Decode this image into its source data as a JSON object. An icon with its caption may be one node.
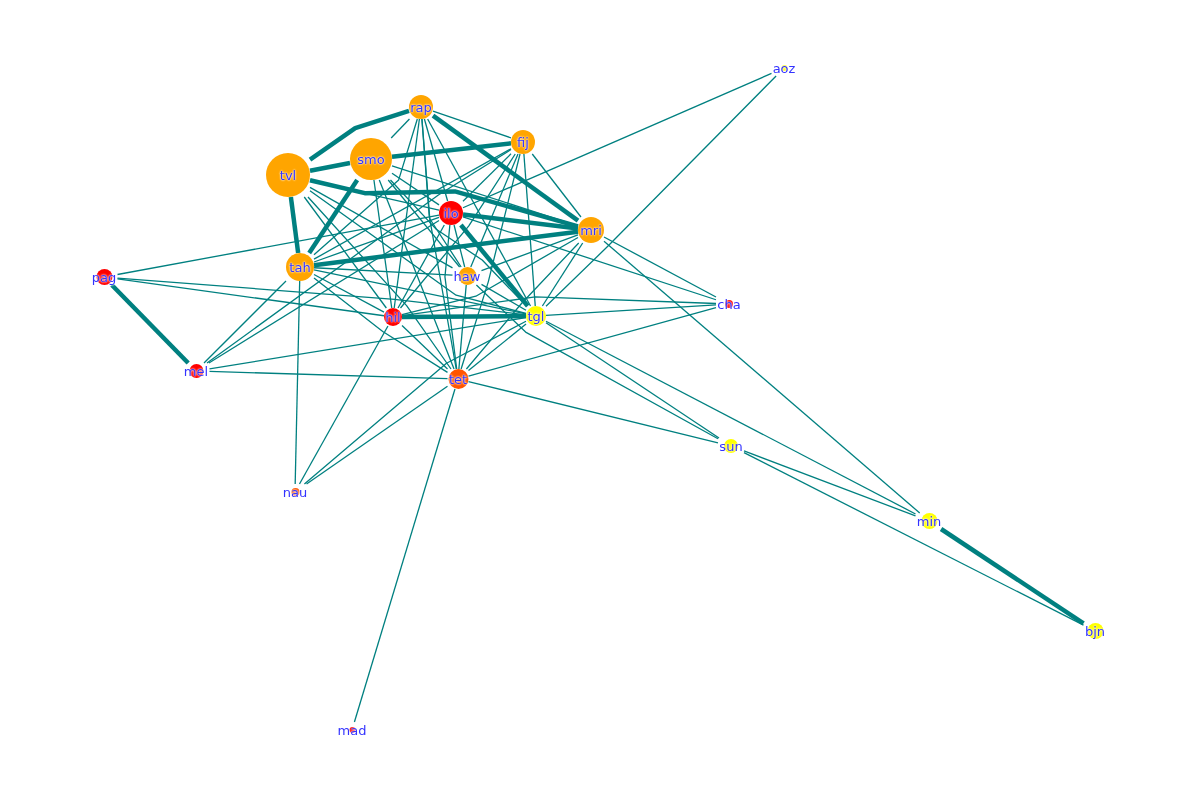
{
  "diagram": {
    "nodes": [
      {
        "text": [
          "aoz"
        ]
      },
      {
        "text": [
          "rap"
        ]
      },
      {
        "text": [
          "fij"
        ]
      },
      {
        "text": [
          "smo"
        ]
      },
      {
        "text": [
          "tvl"
        ]
      },
      {
        "text": [
          "ilo"
        ]
      },
      {
        "text": [
          "mri"
        ]
      },
      {
        "text": [
          "tah"
        ]
      },
      {
        "text": [
          "haw"
        ]
      },
      {
        "text": [
          "pag"
        ]
      },
      {
        "text": [
          "cha"
        ]
      },
      {
        "text": [
          "hil"
        ]
      },
      {
        "text": [
          "tgl"
        ]
      },
      {
        "text": [
          "mel"
        ]
      },
      {
        "text": [
          "tet"
        ]
      },
      {
        "text": [
          "sun"
        ]
      },
      {
        "text": [
          "nau"
        ]
      },
      {
        "text": [
          "min"
        ]
      },
      {
        "text": [
          "bjn"
        ]
      },
      {
        "text": [
          "mad"
        ]
      }
    ],
    "edges": [
      {
        "from": 4,
        "to": 3,
        "arrow": "none",
        "style": "thick"
      },
      {
        "from": 4,
        "to": 1,
        "arrow": "none",
        "style": "thick"
      },
      {
        "from": 4,
        "to": 7,
        "arrow": "none",
        "style": "thick"
      },
      {
        "from": 4,
        "to": 5,
        "arrow": "none"
      },
      {
        "from": 4,
        "to": 6,
        "arrow": "none",
        "style": "thick"
      },
      {
        "from": 4,
        "to": 14,
        "arrow": "none"
      },
      {
        "from": 4,
        "to": 11,
        "arrow": "none"
      },
      {
        "from": 4,
        "to": 8,
        "arrow": "none"
      },
      {
        "from": 4,
        "to": 12,
        "arrow": "none"
      },
      {
        "from": 3,
        "to": 1,
        "arrow": "none"
      },
      {
        "from": 3,
        "to": 2,
        "arrow": "none",
        "style": "thick"
      },
      {
        "from": 3,
        "to": 7,
        "arrow": "none",
        "style": "thick"
      },
      {
        "from": 3,
        "to": 5,
        "arrow": "none"
      },
      {
        "from": 3,
        "to": 6,
        "arrow": "none"
      },
      {
        "from": 3,
        "to": 12,
        "arrow": "none"
      },
      {
        "from": 3,
        "to": 14,
        "arrow": "none"
      },
      {
        "from": 3,
        "to": 11,
        "arrow": "none"
      },
      {
        "from": 3,
        "to": 8,
        "arrow": "none"
      },
      {
        "from": 1,
        "to": 2,
        "arrow": "none"
      },
      {
        "from": 1,
        "to": 6,
        "arrow": "none",
        "style": "thick"
      },
      {
        "from": 1,
        "to": 7,
        "arrow": "none"
      },
      {
        "from": 1,
        "to": 5,
        "arrow": "none"
      },
      {
        "from": 1,
        "to": 12,
        "arrow": "none"
      },
      {
        "from": 1,
        "to": 14,
        "arrow": "none"
      },
      {
        "from": 1,
        "to": 8,
        "arrow": "none"
      },
      {
        "from": 1,
        "to": 11,
        "arrow": "none"
      },
      {
        "from": 2,
        "to": 6,
        "arrow": "none"
      },
      {
        "from": 2,
        "to": 5,
        "arrow": "none"
      },
      {
        "from": 2,
        "to": 7,
        "arrow": "none"
      },
      {
        "from": 2,
        "to": 12,
        "arrow": "none"
      },
      {
        "from": 2,
        "to": 14,
        "arrow": "none"
      },
      {
        "from": 2,
        "to": 11,
        "arrow": "none"
      },
      {
        "from": 2,
        "to": 8,
        "arrow": "none"
      },
      {
        "from": 2,
        "to": 13,
        "arrow": "none"
      },
      {
        "from": 5,
        "to": 6,
        "arrow": "none",
        "style": "thick"
      },
      {
        "from": 5,
        "to": 7,
        "arrow": "none"
      },
      {
        "from": 5,
        "to": 12,
        "arrow": "none",
        "style": "thick"
      },
      {
        "from": 5,
        "to": 11,
        "arrow": "none"
      },
      {
        "from": 5,
        "to": 14,
        "arrow": "none"
      },
      {
        "from": 5,
        "to": 8,
        "arrow": "none"
      },
      {
        "from": 5,
        "to": 9,
        "arrow": "none"
      },
      {
        "from": 5,
        "to": 0,
        "arrow": "none"
      },
      {
        "from": 5,
        "to": 13,
        "arrow": "none"
      },
      {
        "from": 5,
        "to": 10,
        "arrow": "none"
      },
      {
        "from": 6,
        "to": 7,
        "arrow": "none",
        "style": "thick"
      },
      {
        "from": 6,
        "to": 12,
        "arrow": "none"
      },
      {
        "from": 6,
        "to": 14,
        "arrow": "none"
      },
      {
        "from": 6,
        "to": 11,
        "arrow": "none"
      },
      {
        "from": 6,
        "to": 8,
        "arrow": "none"
      },
      {
        "from": 6,
        "to": 10,
        "arrow": "none"
      },
      {
        "from": 6,
        "to": 17,
        "arrow": "none"
      },
      {
        "from": 7,
        "to": 8,
        "arrow": "none"
      },
      {
        "from": 7,
        "to": 12,
        "arrow": "none"
      },
      {
        "from": 7,
        "to": 14,
        "arrow": "none"
      },
      {
        "from": 7,
        "to": 11,
        "arrow": "none"
      },
      {
        "from": 7,
        "to": 16,
        "arrow": "none"
      },
      {
        "from": 7,
        "to": 13,
        "arrow": "none"
      },
      {
        "from": 9,
        "to": 13,
        "arrow": "none",
        "style": "thick"
      },
      {
        "from": 9,
        "to": 11,
        "arrow": "none"
      },
      {
        "from": 9,
        "to": 12,
        "arrow": "none"
      },
      {
        "from": 11,
        "to": 12,
        "arrow": "none",
        "style": "thick"
      },
      {
        "from": 11,
        "to": 14,
        "arrow": "none"
      },
      {
        "from": 11,
        "to": 16,
        "arrow": "none"
      },
      {
        "from": 11,
        "to": 10,
        "arrow": "none"
      },
      {
        "from": 12,
        "to": 14,
        "arrow": "none"
      },
      {
        "from": 12,
        "to": 10,
        "arrow": "none"
      },
      {
        "from": 12,
        "to": 0,
        "arrow": "none"
      },
      {
        "from": 12,
        "to": 15,
        "arrow": "none"
      },
      {
        "from": 12,
        "to": 17,
        "arrow": "none"
      },
      {
        "from": 12,
        "to": 13,
        "arrow": "none"
      },
      {
        "from": 12,
        "to": 16,
        "arrow": "none"
      },
      {
        "from": 14,
        "to": 19,
        "arrow": "none"
      },
      {
        "from": 14,
        "to": 15,
        "arrow": "none"
      },
      {
        "from": 14,
        "to": 16,
        "arrow": "none"
      },
      {
        "from": 14,
        "to": 13,
        "arrow": "none"
      },
      {
        "from": 14,
        "to": 10,
        "arrow": "none"
      },
      {
        "from": 8,
        "to": 14,
        "arrow": "none"
      },
      {
        "from": 8,
        "to": 12,
        "arrow": "none"
      },
      {
        "from": 8,
        "to": 15,
        "arrow": "none"
      },
      {
        "from": 15,
        "to": 17,
        "arrow": "none"
      },
      {
        "from": 15,
        "to": 18,
        "arrow": "none"
      },
      {
        "from": 17,
        "to": 18,
        "arrow": "none",
        "style": "thick"
      }
    ]
  }
}
